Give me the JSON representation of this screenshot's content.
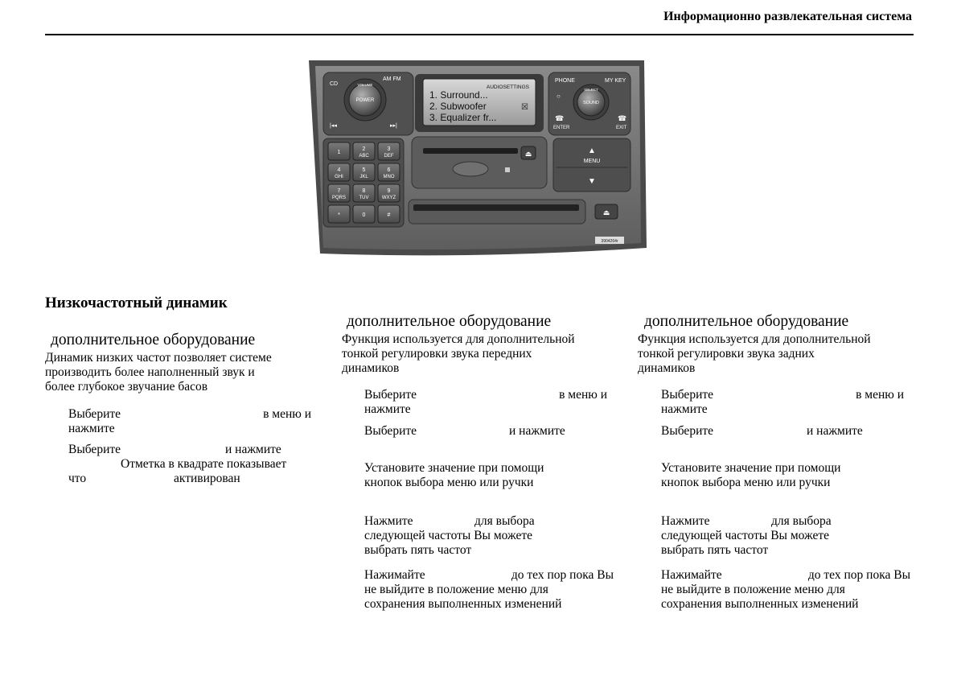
{
  "header": {
    "title": "Информационно развлекательная система"
  },
  "panel": {
    "buttons": {
      "cd": "CD",
      "am_fm": "AM FM",
      "power": "POWER",
      "volume": "VOLUME",
      "phone": "PHONE",
      "my_key": "MY KEY",
      "sound": "SOUND",
      "select": "SELECT",
      "enter": "ENTER",
      "exit": "EXIT",
      "menu": "MENU",
      "prev": "|◂◂",
      "next": "▸▸|"
    },
    "display": {
      "heading": "AUDIOSETTINGS",
      "items": [
        "1.  Surround...",
        "2.  Subwoofer",
        "3.  Equalizer fr..."
      ],
      "checkbox": "☒"
    },
    "keypad": [
      [
        "1",
        ""
      ],
      [
        "2",
        "ABC"
      ],
      [
        "3",
        "DEF"
      ],
      [
        "4",
        "GHI"
      ],
      [
        "5",
        "JKL"
      ],
      [
        "6",
        "MNO"
      ],
      [
        "7",
        "PQRS"
      ],
      [
        "8",
        "TUV"
      ],
      [
        "9",
        "WXYZ"
      ],
      [
        "*",
        ""
      ],
      [
        "0",
        ""
      ],
      [
        "#",
        ""
      ]
    ],
    "code": "3904264r"
  },
  "left": {
    "title": "Низкочастотный динамик",
    "option": "дополнительное оборудование",
    "intro": [
      "Динамик низких частот позволяет системе",
      "производить более наполненный звук и",
      "более глубокое звучание басов"
    ],
    "s1a": "Выберите",
    "s1b": "в меню и",
    "s1c": "нажмите",
    "s2a": "Выберите",
    "s2b": "и нажмите",
    "s2c": "Отметка в квадрате показывает",
    "s2d": "что",
    "s2e": "активирован"
  },
  "mid": {
    "option": "дополнительное оборудование",
    "intro": [
      "Функция используется для дополнительной",
      "тонкой регулировки звука передних",
      "динамиков"
    ],
    "s1a": "Выберите",
    "s1b": "в меню и",
    "s1c": "нажмите",
    "s2a": "Выберите",
    "s2b": "и нажмите",
    "s3": [
      "Установите значение при помощи",
      "кнопок выбора меню или ручки"
    ],
    "s4a": "Нажмите",
    "s4b": "для выбора",
    "s4c": "следующей частоты  Вы можете",
    "s4d": "выбрать пять частот",
    "s5a": "Нажимайте",
    "s5b": "до тех пор  пока Вы",
    "s5c": "не выйдите в положение меню для",
    "s5d": "сохранения выполненных изменений"
  },
  "right": {
    "option": "дополнительное оборудование",
    "intro": [
      "Функция используется для дополнительной",
      "тонкой регулировки звука задних",
      "динамиков"
    ],
    "s1a": "Выберите",
    "s1b": "в меню и",
    "s1c": "нажмите",
    "s2a": "Выберите",
    "s2b": "и нажмите",
    "s3": [
      "Установите значение при помощи",
      "кнопок выбора меню или ручки"
    ],
    "s4a": "Нажмите",
    "s4b": "для выбора",
    "s4c": "следующей частоты  Вы можете",
    "s4d": "выбрать пять частот",
    "s5a": "Нажимайте",
    "s5b": "до тех пор  пока Вы",
    "s5c": "не выйдите в положение меню для",
    "s5d": "сохранения выполненных изменений"
  }
}
